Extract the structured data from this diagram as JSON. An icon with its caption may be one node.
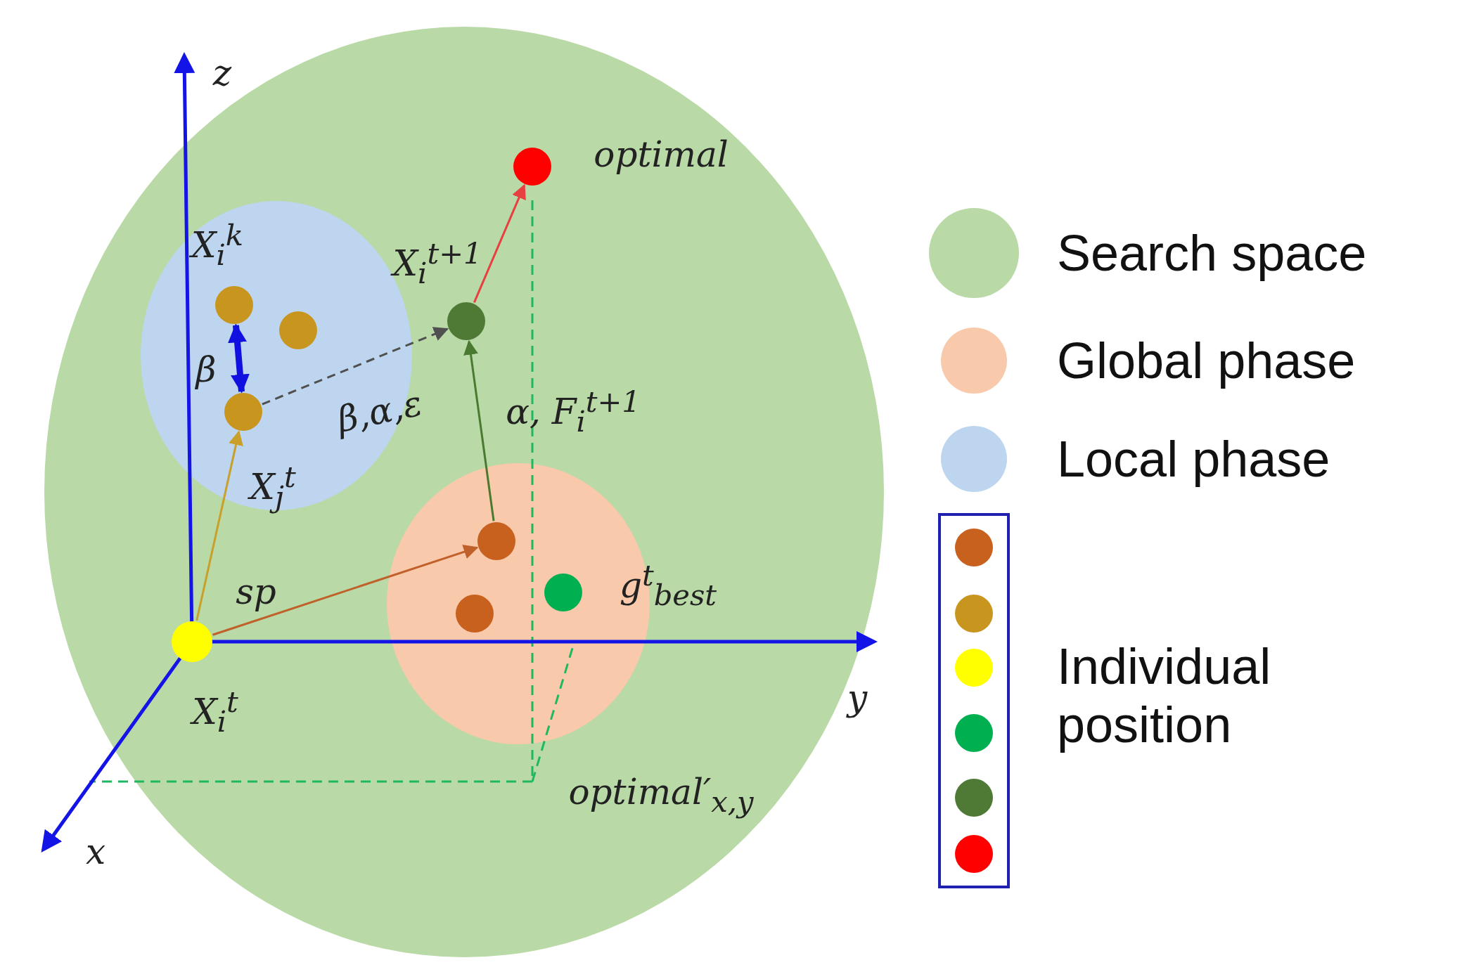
{
  "diagram": {
    "nodes": [
      {
        "text": [],
        "shape": "circle",
        "beside": [
          "X$_{i}$$^{t}$"
        ]
      },
      {
        "text": [],
        "shape": "circle"
      },
      {
        "text": [],
        "shape": "circle"
      },
      {
        "text": [],
        "shape": "circle",
        "beside": [
          "g$^{t}$$_{best}$"
        ]
      },
      {
        "text": [],
        "shape": "circle",
        "beside": [
          "X$_{i}$$^{k}$"
        ]
      },
      {
        "text": [],
        "shape": "circle"
      },
      {
        "text": [],
        "shape": "circle",
        "beside": [
          "X$_{j}$$^{t}$"
        ]
      },
      {
        "text": [],
        "shape": "circle",
        "beside": [
          "X$_{i}$$^{t+1}$"
        ]
      },
      {
        "text": [],
        "shape": "circle",
        "beside": [
          "optimal"
        ]
      }
    ],
    "edges": [
      {
        "from": 0,
        "to": 1,
        "arrow": "to",
        "label": "sp",
        "color": "#c0602a"
      },
      {
        "from": 0,
        "to": 6,
        "arrow": "to",
        "color": "#c8a02a"
      },
      {
        "from": 6,
        "to": 7,
        "arrow": "to",
        "label": "β,α,ε",
        "style": "dashed",
        "color": "#505050"
      },
      {
        "from": 1,
        "to": 7,
        "arrow": "to",
        "label": "α, F$_{i}$$^{t+1}$",
        "color": "#4a7a30"
      },
      {
        "from": 7,
        "to": 8,
        "arrow": "to",
        "color": "#e84040"
      },
      {
        "from": 4,
        "to": 6,
        "arrow": "both",
        "label": "β",
        "style": "thick",
        "color": "#1010e0"
      }
    ],
    "labels": [
      "z",
      "y",
      "x",
      "optimal′$_{x,y}$"
    ],
    "legend": [
      {
        "text": "Search space",
        "color": "#b9d9a6"
      },
      {
        "text": "Global phase",
        "color": "#f8c9aa"
      },
      {
        "text": "Local phase",
        "color": "#bdd5ee"
      },
      {
        "text": "Individual position"
      }
    ]
  }
}
